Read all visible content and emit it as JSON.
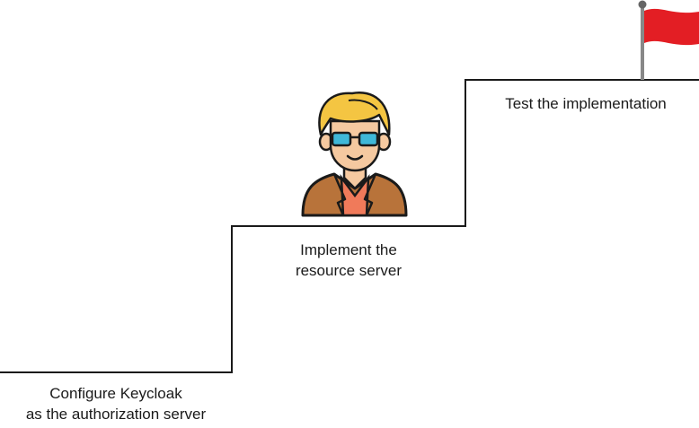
{
  "steps": [
    {
      "lines": [
        "Configure Keycloak",
        "as the authorization server"
      ]
    },
    {
      "lines": [
        "Implement the",
        "resource server"
      ]
    },
    {
      "lines": [
        "Test the implementation"
      ]
    }
  ],
  "icons": {
    "person": "developer-with-glasses-icon",
    "goal": "red-flag-icon"
  },
  "colors": {
    "stair_line": "#1a1a1a",
    "flag": "#e31e24",
    "flag_pole": "#888888",
    "hair": "#f4c542",
    "skin": "#f5c9a0",
    "glasses": "#3fb8d8",
    "jacket": "#b8733a",
    "shirt": "#f07a5a",
    "outline": "#1a1a1a"
  }
}
